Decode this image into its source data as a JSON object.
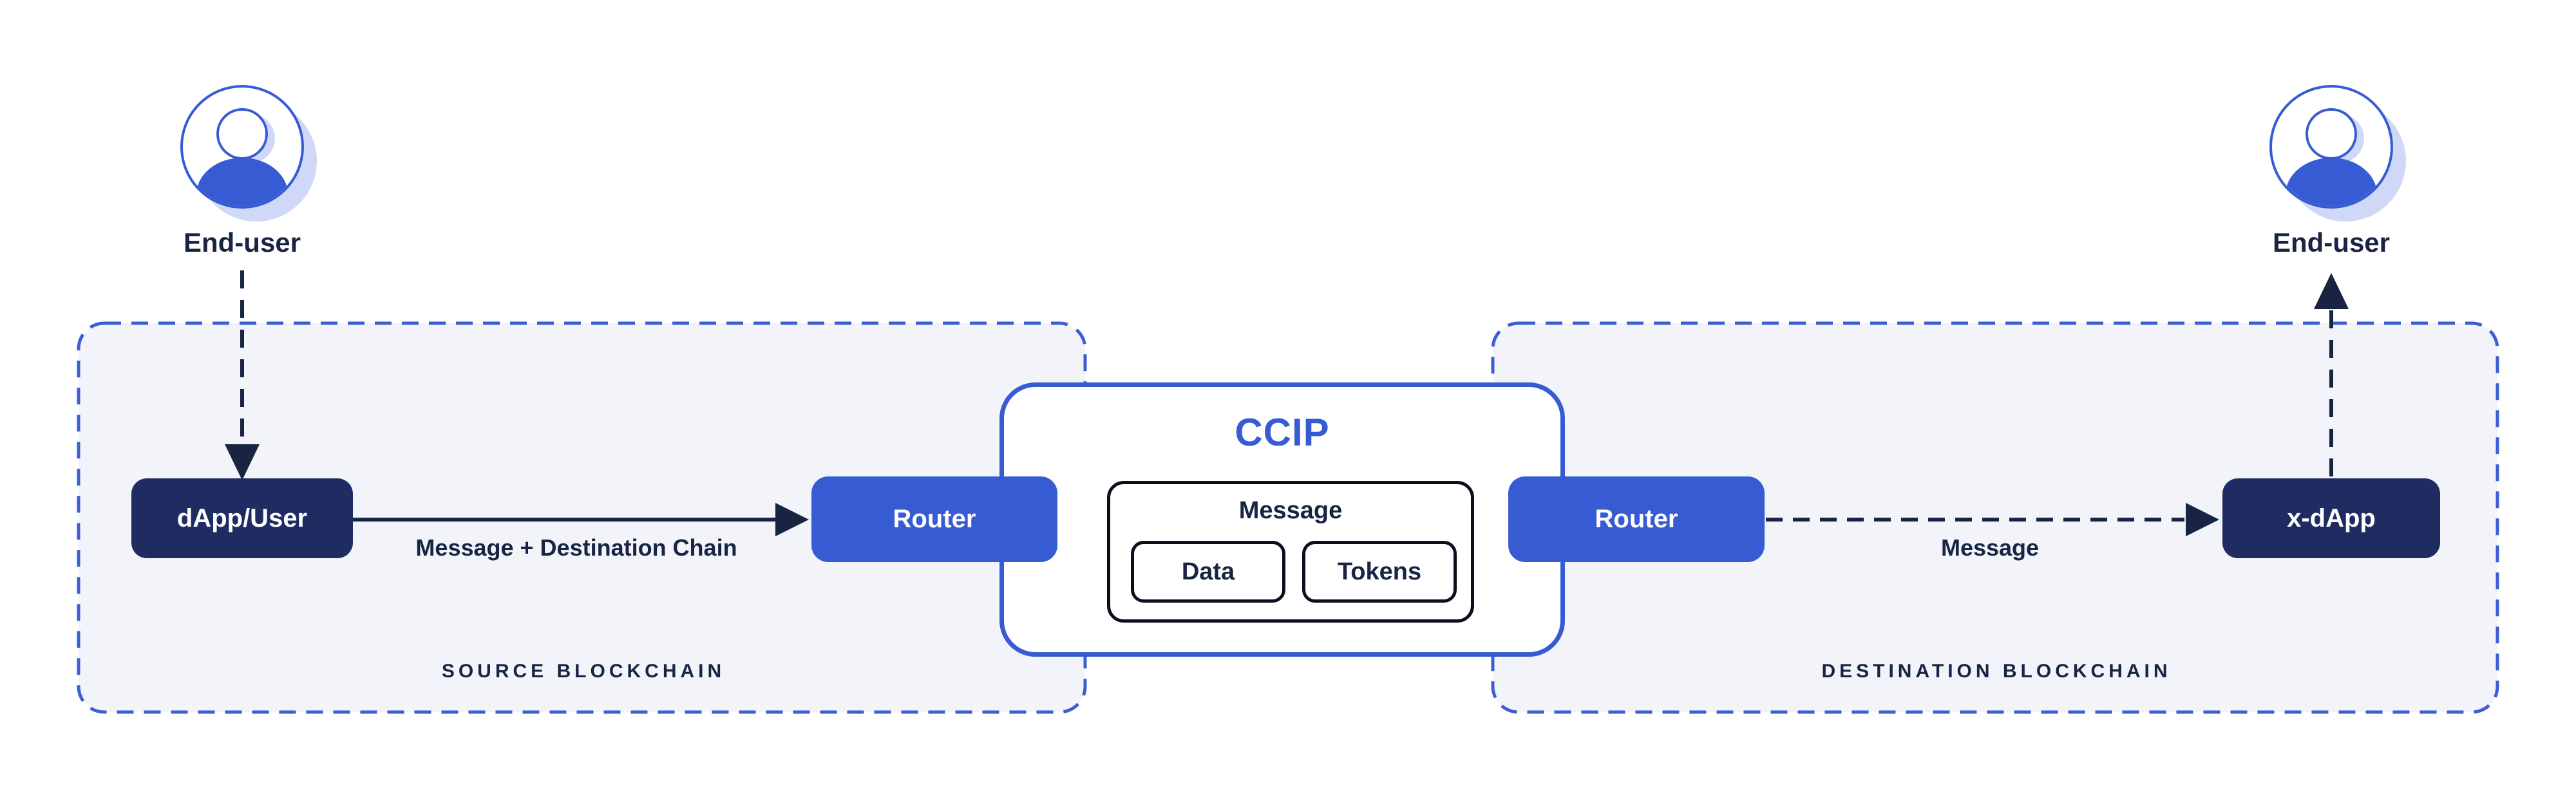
{
  "colors": {
    "brand_blue": "#375BD2",
    "dark_navy_box": "#1E2C62",
    "text_navy": "#172442",
    "container_fill": "#F2F4FA",
    "container_border": "#3C5ED2",
    "inner_border_black": "#0A0F1E",
    "icon_shadow": "#CFD9F7",
    "background": "#FFFFFF"
  },
  "end_user_left": {
    "label": "End-user"
  },
  "end_user_right": {
    "label": "End-user"
  },
  "containers": {
    "source": {
      "label": "SOURCE BLOCKCHAIN"
    },
    "destination": {
      "label": "DESTINATION BLOCKCHAIN"
    }
  },
  "nodes": {
    "dapp_user": {
      "label": "dApp/User"
    },
    "router_source": {
      "label": "Router"
    },
    "router_destination": {
      "label": "Router"
    },
    "xdapp": {
      "label": "x-dApp"
    }
  },
  "ccip": {
    "title": "CCIP",
    "message": {
      "label": "Message",
      "data_label": "Data",
      "tokens_label": "Tokens"
    }
  },
  "edges": {
    "dapp_to_router": {
      "label": "Message + Destination Chain"
    },
    "router_to_xdapp": {
      "label": "Message"
    }
  }
}
